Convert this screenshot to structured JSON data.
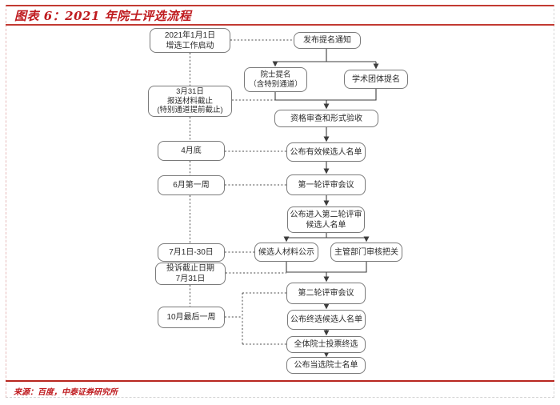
{
  "header": {
    "title": "图表 6：2021 年院士评选流程"
  },
  "footer": {
    "source": "来源：百度，中泰证券研究所"
  },
  "colors": {
    "title_red": "#BF1B1F",
    "rule_red": "#C23A32",
    "box_border": "#7A7A7A",
    "connector": "#3D3D3D",
    "background": "#FFFFFF"
  },
  "flow": {
    "dates": [
      {
        "label": "2021年1月1日\n增选工作启动"
      },
      {
        "label": "3月31日\n报送材料截止\n(特别通道提前截止)"
      },
      {
        "label": "4月底"
      },
      {
        "label": "6月第一周"
      },
      {
        "label": "7月1日-30日"
      },
      {
        "label": "投诉截止日期\n7月31日"
      },
      {
        "label": "10月最后一周"
      }
    ],
    "steps": [
      {
        "label": "发布提名通知"
      },
      {
        "label": "院士提名\n（含特别通道）"
      },
      {
        "label": "学术团体提名"
      },
      {
        "label": "资格审查和形式验收"
      },
      {
        "label": "公布有效候选人名单"
      },
      {
        "label": "第一轮评审会议"
      },
      {
        "label": "公布进入第二轮评审\n候选人名单"
      },
      {
        "label": "候选人材料公示"
      },
      {
        "label": "主管部门审核把关"
      },
      {
        "label": "第二轮评审会议"
      },
      {
        "label": "公布终选候选人名单"
      },
      {
        "label": "全体院士投票终选"
      },
      {
        "label": "公布当选院士名单"
      }
    ]
  }
}
